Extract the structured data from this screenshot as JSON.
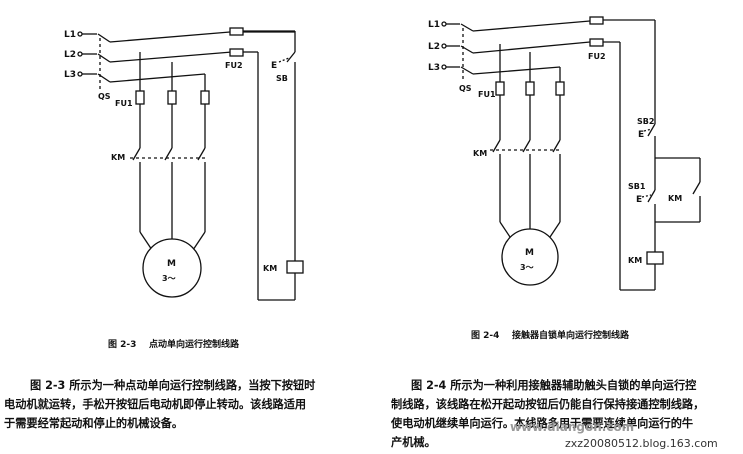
{
  "left": {
    "labels": {
      "l1": "L1",
      "l2": "L2",
      "l3": "L3",
      "qs": "QS",
      "fu1": "FU1",
      "fu2": "FU2",
      "e": "E",
      "sb": "SB",
      "km": "KM",
      "km_coil": "KM",
      "motor_m": "M",
      "motor_phase": "3～"
    },
    "caption": {
      "fig": "图 2-3",
      "title": "点动单向运行控制线路"
    },
    "paragraph": [
      "图 2-3 所示为一种点动单向运行控制线路，当按下按钮时",
      "电动机就运转，手松开按钮后电动机即停止转动。该线路适用",
      "于需要经常起动和停止的机械设备。"
    ]
  },
  "right": {
    "labels": {
      "l1": "L1",
      "l2": "L2",
      "l3": "L3",
      "qs": "QS",
      "fu1": "FU1",
      "fu2": "FU2",
      "sb2": "SB2",
      "e2": "E",
      "sb1": "SB1",
      "e1": "E",
      "km_aux": "KM",
      "km": "KM",
      "km_coil": "KM",
      "motor_m": "M",
      "motor_phase": "3～"
    },
    "caption": {
      "fig": "图 2-4",
      "title": "接触器自锁单向运行控制线路"
    },
    "paragraph": [
      "图 2-4 所示为一种利用接触器辅助触头自锁的单向运行控",
      "制线路，该线路在松开起动按钮后仍能自行保持接通控制线路，",
      "使电动机继续单向运行。本线路多用于需要连续单向运行的牛",
      "产机械。"
    ]
  },
  "watermark": {
    "site": "www.diangon.com",
    "blog": "zxz20080512.blog.163.com"
  }
}
